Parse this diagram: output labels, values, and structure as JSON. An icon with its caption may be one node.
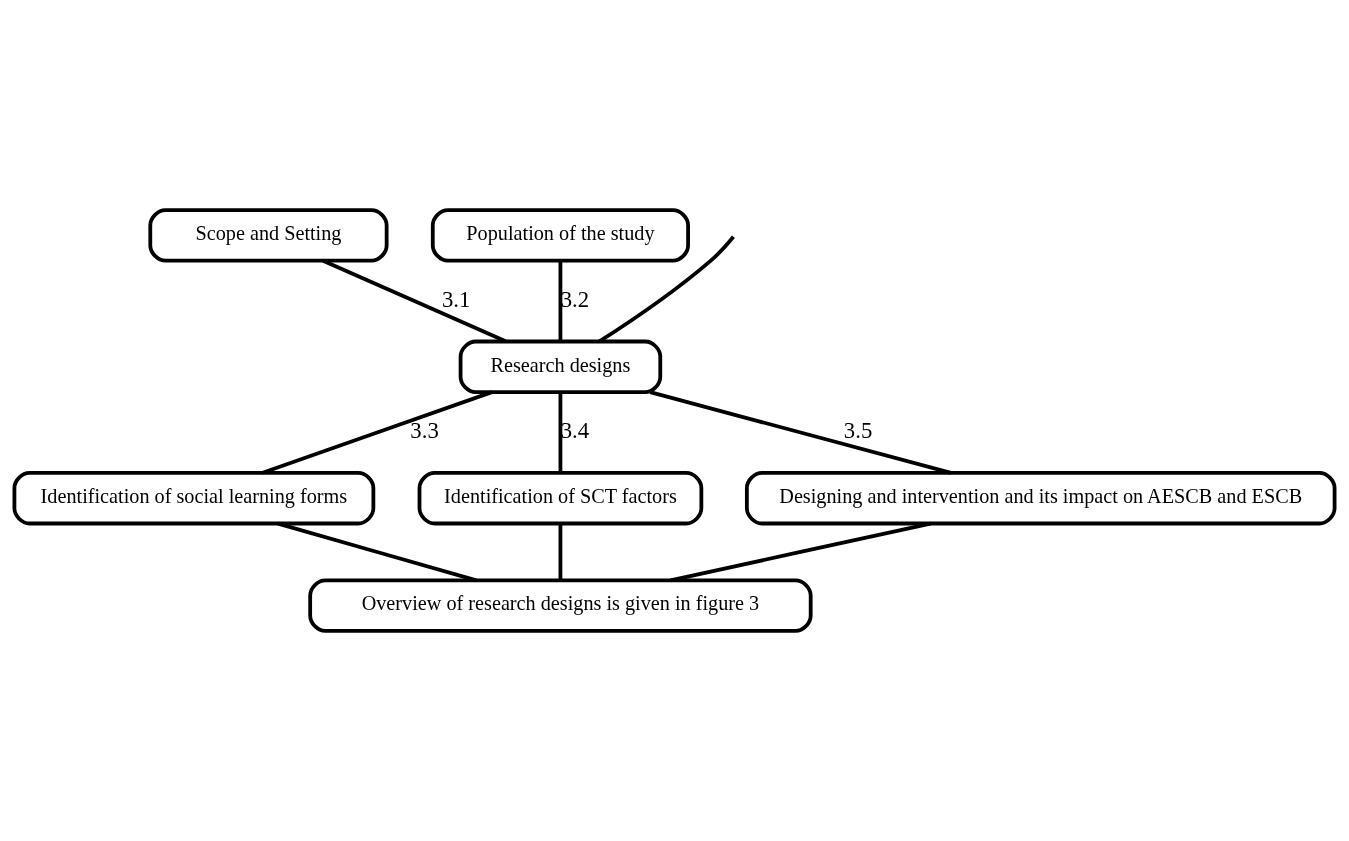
{
  "diagram": {
    "nodes": [
      {
        "text": [
          "Scope and Setting"
        ]
      },
      {
        "text": [
          "Population of the study"
        ]
      },
      {
        "text": [
          "Research designs"
        ]
      },
      {
        "text": [
          "Identification of social learning forms"
        ]
      },
      {
        "text": [
          "Identification of SCT factors"
        ]
      },
      {
        "text": [
          "Designing and intervention and its impact on AESCB and ESCB"
        ]
      },
      {
        "text": [
          "Overview of research designs is given in figure 3"
        ]
      }
    ],
    "edges": [
      {
        "from": null,
        "to": 2,
        "arrow": "none"
      },
      {
        "from": 0,
        "to": 2,
        "arrow": "none",
        "label": "3.1"
      },
      {
        "from": 1,
        "to": 2,
        "arrow": "none",
        "label": "3.2"
      },
      {
        "from": 2,
        "to": 3,
        "arrow": "none",
        "label": "3.3"
      },
      {
        "from": 2,
        "to": 4,
        "arrow": "none",
        "label": "3.4"
      },
      {
        "from": 2,
        "to": 5,
        "arrow": "none",
        "label": "3.5"
      },
      {
        "from": 3,
        "to": 6,
        "arrow": "none"
      },
      {
        "from": 4,
        "to": 6,
        "arrow": "none"
      },
      {
        "from": 5,
        "to": 6,
        "arrow": "none"
      }
    ]
  }
}
